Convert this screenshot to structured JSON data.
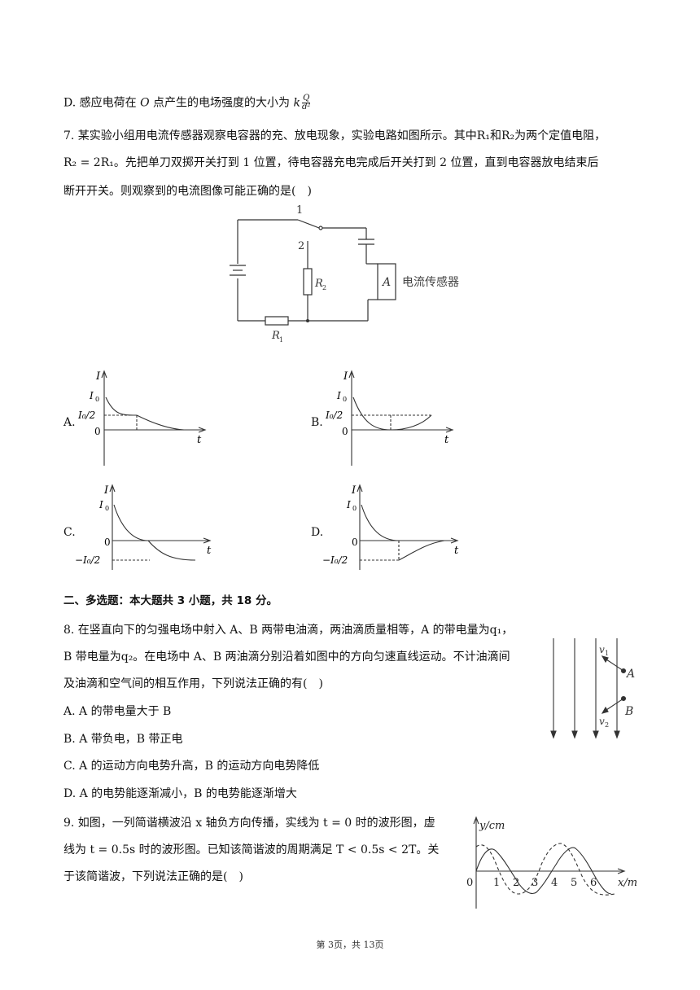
{
  "q6": {
    "optD_prefix": "D. 感应电荷在",
    "optD_O": "O",
    "optD_mid": "点产生的电场强度的大小为",
    "optD_k": "k",
    "optD_num": "Q",
    "optD_den": "d²"
  },
  "q7": {
    "line1": "7. 某实验小组用电流传感器观察电容器的充、放电现象，实验电路如图所示。其中R₁和R₂为两个定值电阻，",
    "line2": "R₂ = 2R₁。先把单刀双掷开关打到 1 位置，待电容器充电完成后开关打到 2 位置，直到电容器放电结束后",
    "line3": "断开开关。则观察到的电流图像可能正确的是(　)",
    "circuit": {
      "label_1": "1",
      "label_2": "2",
      "label_R2": "R",
      "sub_R2": "2",
      "label_R1": "R",
      "sub_R1": "1",
      "label_A": "A",
      "sensor_label": "电流传感器"
    },
    "options": [
      {
        "letter": "A.",
        "y_label": "I",
        "t_label": "t",
        "i0": "I",
        "i0_sub": "0",
        "half": "I₀/2",
        "zero": "0"
      },
      {
        "letter": "B.",
        "y_label": "I",
        "t_label": "t",
        "i0": "I",
        "i0_sub": "0",
        "half": "I₀/2",
        "zero": "0"
      },
      {
        "letter": "C.",
        "y_label": "I",
        "t_label": "t",
        "i0": "I",
        "i0_sub": "0",
        "half": "−I₀/2",
        "zero": "0"
      },
      {
        "letter": "D.",
        "y_label": "I",
        "t_label": "t",
        "i0": "I",
        "i0_sub": "0",
        "half": "−I₀/2",
        "zero": "0"
      }
    ]
  },
  "section2": {
    "title": "二、多选题：本大题共 3 小题，共 18 分。"
  },
  "q8": {
    "line1": "8. 在竖直向下的匀强电场中射入 A、B 两带电油滴，两油滴质量相等，A 的带电量为q₁，",
    "line2": "B 带电量为q₂。在电场中 A、B 两油滴分别沿着如图中的方向匀速直线运动。不计油滴间",
    "line3": "及油滴和空气间的相互作用，下列说法正确的有(　)",
    "optA": "A. A 的带电量大于 B",
    "optB": "B. A 带负电，B 带正电",
    "optC": "C. A 的运动方向电势升高，B 的运动方向电势降低",
    "optD": "D. A 的电势能逐渐减小，B 的电势能逐渐增大",
    "figure": {
      "v1": "v",
      "v1_sub": "1",
      "v2": "v",
      "v2_sub": "2",
      "A": "A",
      "B": "B"
    }
  },
  "q9": {
    "line1": "9. 如图，一列简谐横波沿 x 轴负方向传播，实线为 t = 0 时的波形图，虚",
    "line2": "线为 t = 0.5s 时的波形图。已知该简谐波的周期满足 T < 0.5s < 2T。关",
    "line3": "于该简谐波，下列说法正确的是(　)",
    "figure": {
      "y_label": "y/cm",
      "x_label": "x/m",
      "ticks": [
        "0",
        "1",
        "2",
        "3",
        "4",
        "5",
        "6"
      ]
    }
  },
  "footer": {
    "page": "第 3页，共 13页"
  }
}
